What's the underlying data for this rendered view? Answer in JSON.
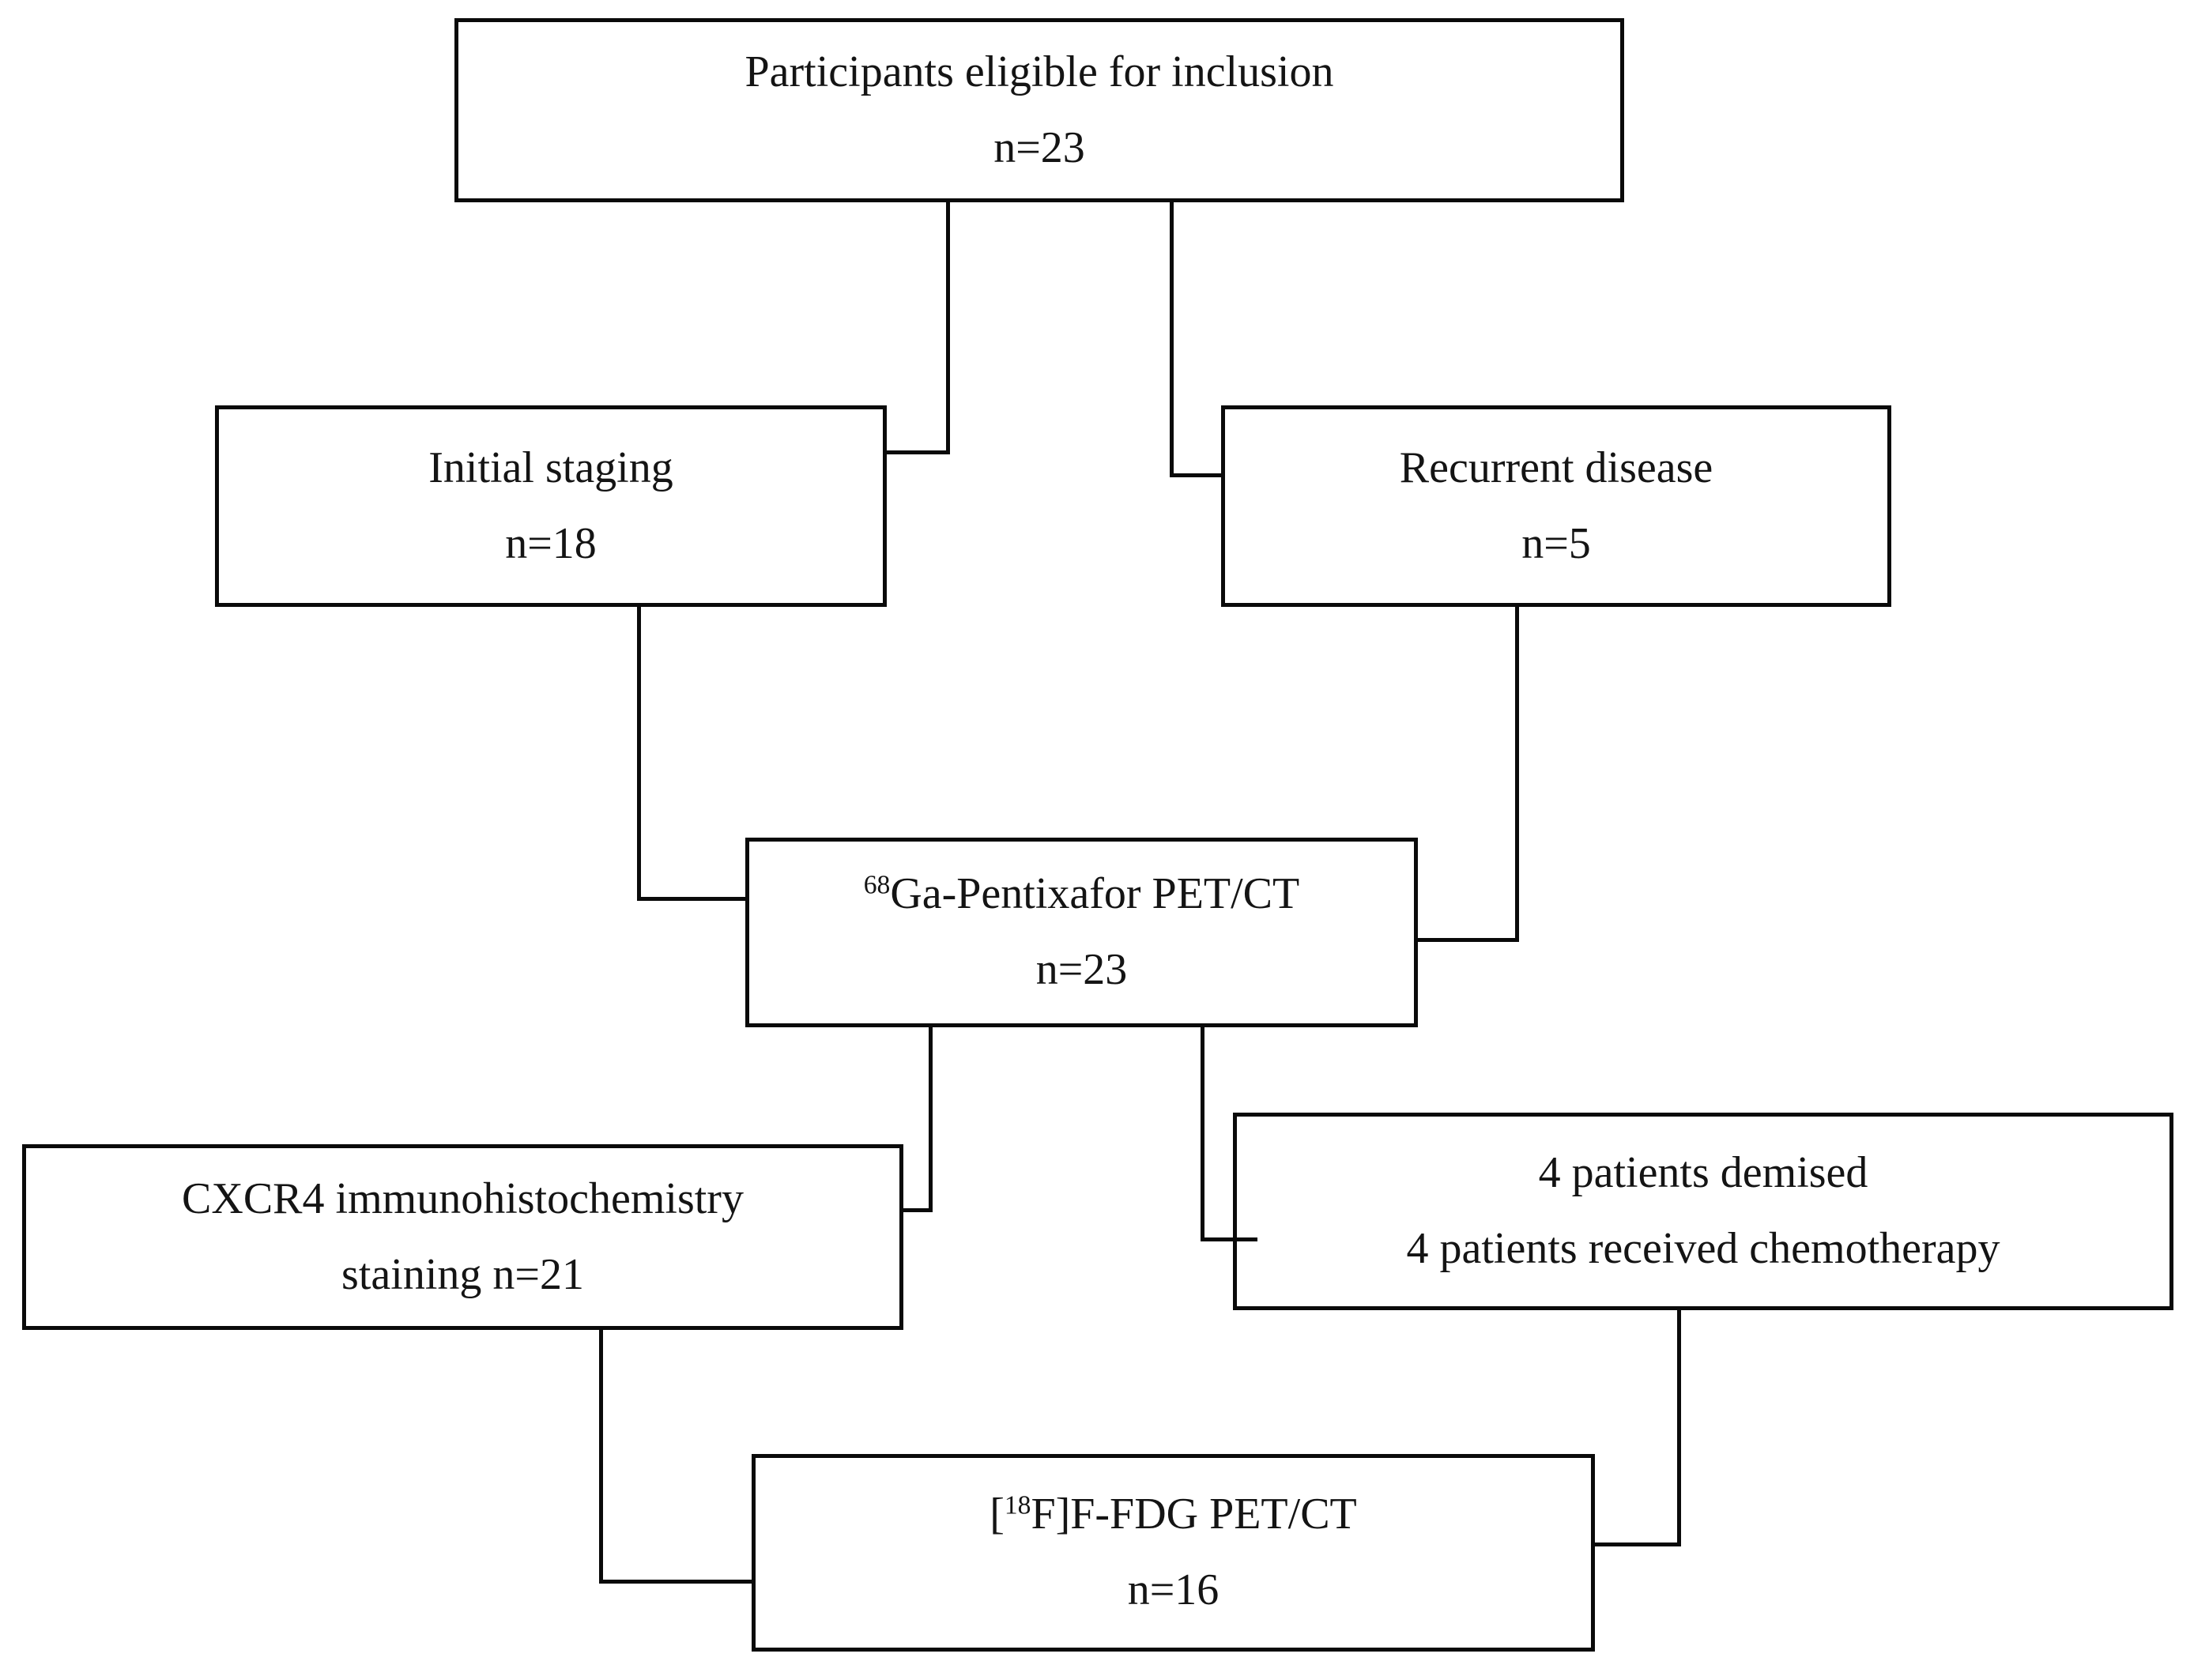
{
  "figure": {
    "background_color": "#ffffff",
    "line_color": "#0a0a0a",
    "text_color": "#141414"
  },
  "boxes": {
    "eligible": {
      "line1": "Participants eligible for inclusion",
      "line2": "n=23"
    },
    "initial_staging": {
      "line1": "Initial staging",
      "line2": "n=18"
    },
    "recurrent_disease": {
      "line1": "Recurrent disease",
      "line2": "n=5"
    },
    "pentixafor_petct": {
      "isotope_sup": "68",
      "line1_rest": "Ga-Pentixafor PET/CT",
      "line2": "n=23"
    },
    "cxcr4_ihc": {
      "line1": "CXCR4 immunohistochemistry",
      "line2": "staining n=21"
    },
    "attrition": {
      "line1": "4 patients demised",
      "line2": "4 patients received chemotherapy"
    },
    "fdg_petct": {
      "line1_pre": "[",
      "isotope_sup": "18",
      "line1_rest": "F]F-FDG PET/CT",
      "line2": "n=16"
    }
  }
}
